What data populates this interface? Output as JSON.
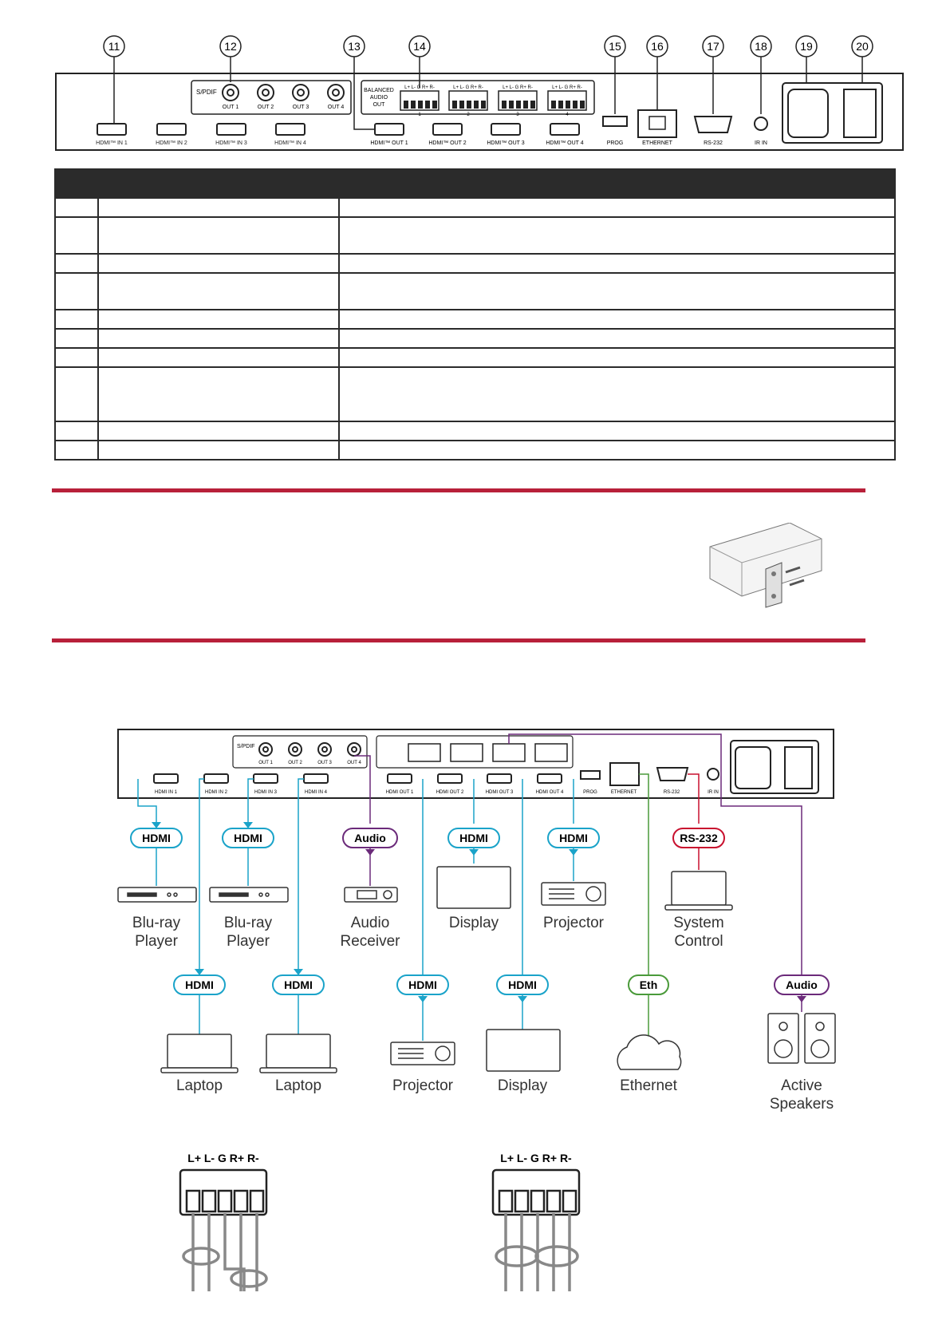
{
  "rear_panel": {
    "callouts": [
      "11",
      "12",
      "13",
      "14",
      "15",
      "16",
      "17",
      "18",
      "19",
      "20"
    ],
    "hdmi_in": [
      "HDMI™ IN 1",
      "HDMI™ IN 2",
      "HDMI™ IN 3",
      "HDMI™ IN 4"
    ],
    "hdmi_out": [
      "HDMI™ OUT 1",
      "HDMI™ OUT 2",
      "HDMI™ OUT 3",
      "HDMI™ OUT 4"
    ],
    "spdif_label": "S/PDIF",
    "spdif_outs": [
      "OUT 1",
      "OUT 2",
      "OUT 3",
      "OUT 4"
    ],
    "balanced_label": [
      "BALANCED",
      "AUDIO",
      "OUT"
    ],
    "terminal_pins": "L+ L- G R+ R-",
    "terminal_numbers": [
      "1",
      "2",
      "3",
      "4"
    ],
    "prog_label": "PROG",
    "ethernet_label": "ETHERNET",
    "rs232_label": "RS-232",
    "ir_label": "IR IN"
  },
  "table": {
    "rows": [
      {
        "size": "normal"
      },
      {
        "size": "tall"
      },
      {
        "size": "normal"
      },
      {
        "size": "tall"
      },
      {
        "size": "normal"
      },
      {
        "size": "normal"
      },
      {
        "size": "normal"
      },
      {
        "size": "xtall"
      },
      {
        "size": "normal"
      },
      {
        "size": "normal"
      }
    ]
  },
  "diagram": {
    "device_small_labels": {
      "hdmi_in": [
        "HDMI IN 1",
        "HDMI IN 2",
        "HDMI IN 3",
        "HDMI IN 4"
      ],
      "hdmi_out": [
        "HDMI OUT 1",
        "HDMI OUT 2",
        "HDMI OUT 3",
        "HDMI OUT 4"
      ],
      "spdif_outs": [
        "OUT 1",
        "OUT 2",
        "OUT 3",
        "OUT 4"
      ]
    },
    "badges": {
      "hdmi": "HDMI",
      "audio": "Audio",
      "rs232": "RS-232",
      "eth": "Eth"
    },
    "devices_row1": [
      {
        "line1": "Blu-ray",
        "line2": "Player"
      },
      {
        "line1": "Blu-ray",
        "line2": "Player"
      },
      {
        "line1": "Audio",
        "line2": "Receiver"
      },
      {
        "line1": "Display",
        "line2": ""
      },
      {
        "line1": "Projector",
        "line2": ""
      },
      {
        "line1": "System",
        "line2": "Control"
      }
    ],
    "devices_row2": [
      {
        "line1": "Laptop",
        "line2": ""
      },
      {
        "line1": "Laptop",
        "line2": ""
      },
      {
        "line1": "Projector",
        "line2": ""
      },
      {
        "line1": "Display",
        "line2": ""
      },
      {
        "line1": "Ethernet",
        "line2": ""
      },
      {
        "line1": "Active",
        "line2": "Speakers"
      }
    ],
    "colors": {
      "hdmi": "#1aa3c9",
      "audio": "#6b2a7a",
      "rs232": "#c8102e",
      "eth": "#4a9a3a"
    }
  },
  "wiring": {
    "left_pins": "L+ L-  G  R+ R-",
    "right_pins": "L+ L-  G  R+ R-"
  }
}
